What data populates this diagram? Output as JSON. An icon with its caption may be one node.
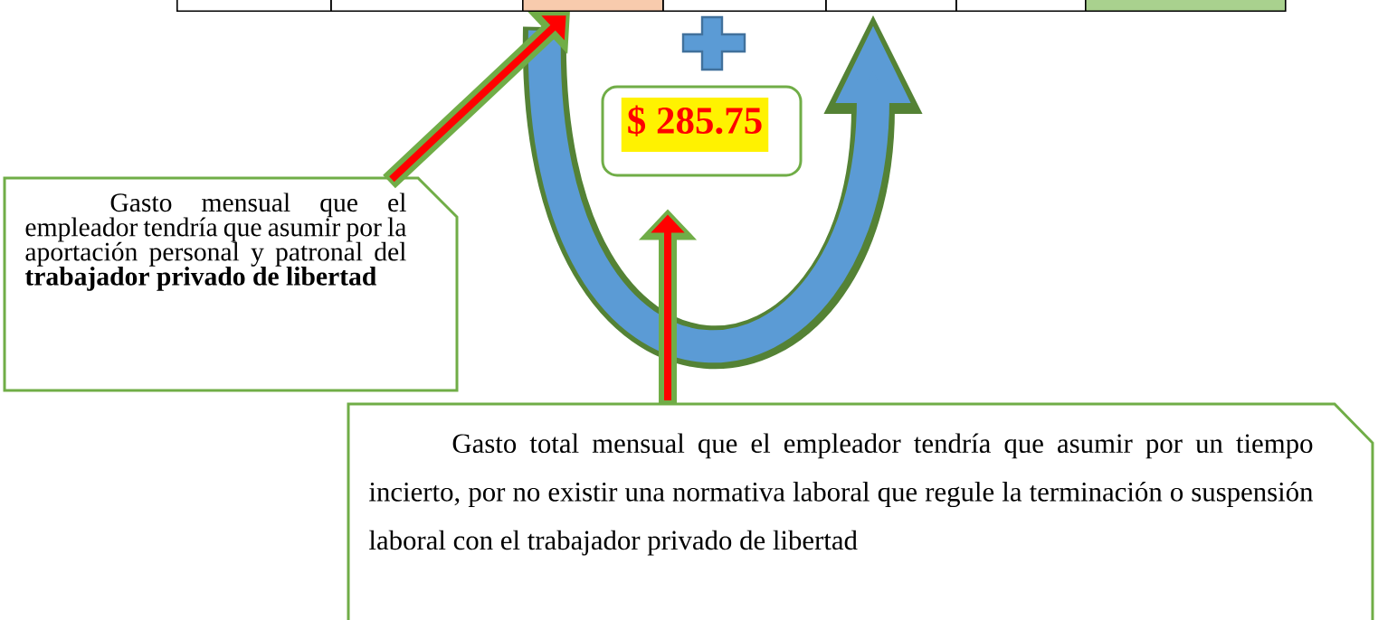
{
  "diagram": {
    "nodes": [
      {
        "text": [],
        "shape": "box"
      },
      {
        "text": [],
        "shape": "box"
      },
      {
        "text": [],
        "shape": "box"
      },
      {
        "text": [],
        "shape": "box"
      },
      {
        "text": [],
        "shape": "box"
      },
      {
        "text": [],
        "shape": "box"
      },
      {
        "text": [],
        "shape": "box"
      },
      {
        "text": [
          "Gasto mensual que el empleador tendría que asumir por la aportación personal y patronal del **trabajador privado de libertad**"
        ]
      },
      {
        "text": [
          "$ 285.75"
        ]
      },
      {
        "text": [
          "Gasto total mensual que el empleador tendría que asumir por un tiempo incierto, por no existir una normativa laboral que regule la terminación o suspensión laboral con el trabajador privado de libertad"
        ]
      }
    ],
    "edges": [
      {
        "from": 7,
        "to": 2,
        "arrow": "to"
      },
      {
        "from": 9,
        "to": 8,
        "arrow": "to"
      },
      {
        "from": 2,
        "to": 4,
        "arrow": "to",
        "style": "thick",
        "color": "#548235"
      }
    ]
  }
}
